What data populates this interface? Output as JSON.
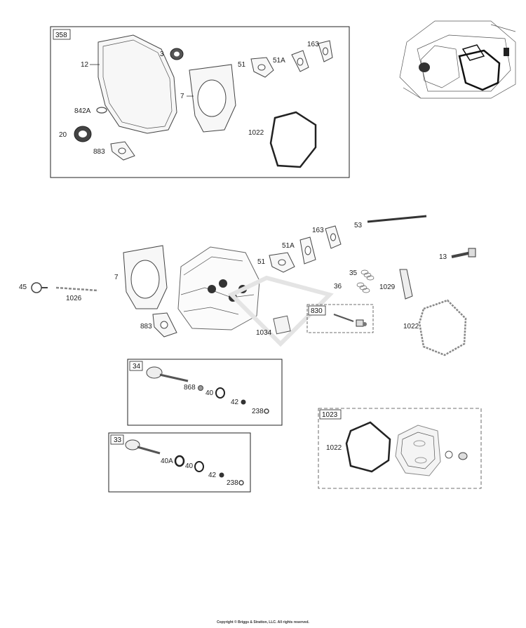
{
  "kit_358": {
    "number": "358"
  },
  "kit_830": {
    "number": "830"
  },
  "kit_34": {
    "number": "34"
  },
  "kit_33": {
    "number": "33"
  },
  "kit_1023": {
    "number": "1023"
  },
  "labels": {
    "p12": "12",
    "p3": "3",
    "p7_top": "7",
    "p51_top": "51",
    "p51a_top": "51A",
    "p163_top": "163",
    "p842a": "842A",
    "p20": "20",
    "p883_top": "883",
    "p1022_top": "1022",
    "p53": "53",
    "p163_mid": "163",
    "p51a_mid": "51A",
    "p51_mid": "51",
    "p13": "13",
    "p7_mid": "7",
    "p45": "45",
    "p1026": "1026",
    "p35": "35",
    "p36": "36",
    "p1029": "1029",
    "p883_mid": "883",
    "p1034": "1034",
    "p1022_mid": "1022",
    "p868": "868",
    "p40_34": "40",
    "p42_34": "42",
    "p238_34": "238",
    "p40a": "40A",
    "p40_33": "40",
    "p42_33": "42",
    "p238_33": "238",
    "p1022_kit": "1022"
  },
  "copyright": "Copyright © Briggs & Stratton, LLC. All rights reserved."
}
